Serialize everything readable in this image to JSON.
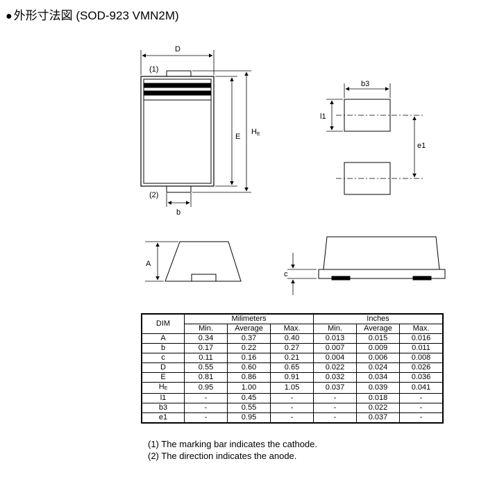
{
  "title": {
    "bullet": "●",
    "text": "外形寸法図 (SOD-923 VMN2M)"
  },
  "drawing_labels": {
    "d": "D",
    "mark1": "(1)",
    "mark2": "(2)",
    "e": "E",
    "he_main": "H",
    "he_sub": "E",
    "b": "b",
    "b3": "b3",
    "l1": "l1",
    "e1": "e1",
    "a": "A",
    "c": "c"
  },
  "table": {
    "dim_header": "DIM",
    "group_mm": "Milimeters",
    "group_in": "Inches",
    "sub_headers": [
      "Min.",
      "Average",
      "Max.",
      "Min.",
      "Average",
      "Max."
    ],
    "rows": [
      {
        "dim": "A",
        "sub": "",
        "v": [
          "0.34",
          "0.37",
          "0.40",
          "0.013",
          "0.015",
          "0.016"
        ]
      },
      {
        "dim": "b",
        "sub": "",
        "v": [
          "0.17",
          "0.22",
          "0.27",
          "0.007",
          "0.009",
          "0.011"
        ]
      },
      {
        "dim": "c",
        "sub": "",
        "v": [
          "0.11",
          "0.16",
          "0.21",
          "0.004",
          "0.006",
          "0.008"
        ]
      },
      {
        "dim": "D",
        "sub": "",
        "v": [
          "0.55",
          "0.60",
          "0.65",
          "0.022",
          "0.024",
          "0.026"
        ]
      },
      {
        "dim": "E",
        "sub": "",
        "v": [
          "0.81",
          "0.86",
          "0.91",
          "0.032",
          "0.034",
          "0.036"
        ]
      },
      {
        "dim": "H",
        "sub": "E",
        "v": [
          "0.95",
          "1.00",
          "1.05",
          "0.037",
          "0.039",
          "0.041"
        ]
      },
      {
        "dim": "l1",
        "sub": "",
        "v": [
          "-",
          "0.45",
          "-",
          "-",
          "0.018",
          "-"
        ]
      },
      {
        "dim": "b3",
        "sub": "",
        "v": [
          "-",
          "0.55",
          "-",
          "-",
          "0.022",
          "-"
        ]
      },
      {
        "dim": "e1",
        "sub": "",
        "v": [
          "-",
          "0.95",
          "-",
          "-",
          "0.037",
          "-"
        ]
      }
    ]
  },
  "notes": [
    "(1) The marking bar indicates the cathode.",
    "(2) The direction indicates the anode."
  ]
}
